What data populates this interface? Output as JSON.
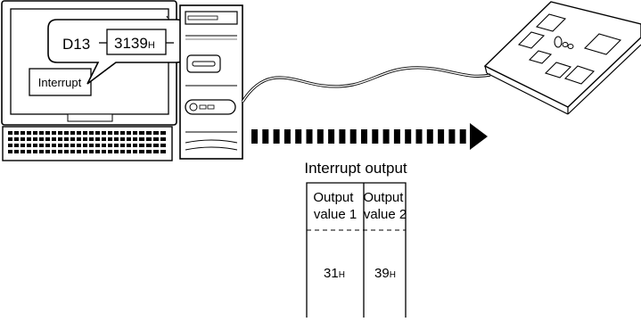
{
  "callout": {
    "device": "D13",
    "value": "3139",
    "value_suffix": "H"
  },
  "screen_label": "Interrupt",
  "output_title": "Interrupt output",
  "table": {
    "col1_header": [
      "Output",
      "value 1"
    ],
    "col2_header": [
      "Output",
      "value 2"
    ],
    "col1_value": "31",
    "col2_value": "39",
    "suffix": "H"
  }
}
